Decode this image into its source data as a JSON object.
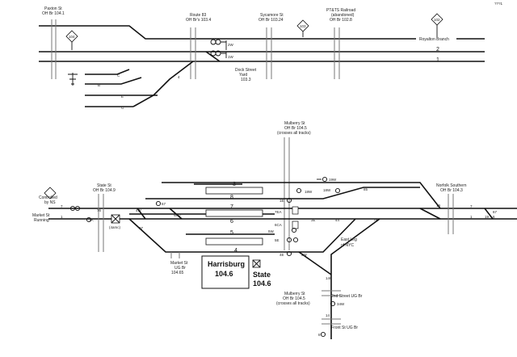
{
  "corner_note": "???1",
  "bridges": {
    "paxton": [
      "Paxton St",
      "OH Br 104.1"
    ],
    "route83": [
      "Route 83",
      "OH Br's 103.4"
    ],
    "sycamore": [
      "Sycamore St",
      "OH Br 103.24"
    ],
    "ptts": [
      "PT&TS Railroad",
      "(abandoned)",
      "OH Br 102.8"
    ],
    "mulberry_top": [
      "Mulberry St",
      "OH Br 104.5",
      "(crosses all tracks)"
    ],
    "state_left": [
      "State St",
      "OH Br 104.9"
    ],
    "norfolk": [
      "Norfolk Southern",
      "OH Br 104.3"
    ],
    "market_ug": [
      "Market St",
      "UG Br",
      "104.65"
    ],
    "mulberry_bot": [
      "Mulberry St",
      "OH Br 104.5",
      "(crosses all tracks)"
    ],
    "second_st": [
      "2nd Street UG Br"
    ],
    "front_st": [
      "Front St UG Br"
    ]
  },
  "mileposts": [
    "104",
    "103",
    "102"
  ],
  "labels": {
    "royalton": "Royalton Branch",
    "dock": [
      "Dock Street",
      "Yard",
      "103.3"
    ],
    "controlled": [
      "Controlled",
      "by NS"
    ],
    "market_running": [
      "Market St",
      "Running"
    ],
    "fourth_amc": "(4amc)",
    "harrisburg": [
      "Harrisburg",
      "104.6"
    ],
    "state_station": [
      "State",
      "104.6"
    ],
    "east_leg": [
      "East Leg",
      "of NYC"
    ]
  },
  "track_numbers": {
    "top": [
      "2",
      "1"
    ],
    "yard": [
      "C",
      "B",
      "E",
      "G"
    ],
    "station": [
      "3",
      "8",
      "7",
      "6",
      "5",
      "4",
      "2",
      "1"
    ],
    "left": [
      "7",
      "1"
    ],
    "right": [
      "7",
      "1",
      "6",
      "67"
    ]
  },
  "signals": {
    "top": [
      "2W",
      "1W"
    ],
    "yard": [
      "4"
    ],
    "station": [
      "19W",
      "18W",
      "1E",
      "7EA",
      "6CA",
      "5W",
      "5E",
      "4E",
      "3E",
      "85",
      "55",
      "4E",
      "41",
      "471",
      "146",
      "44",
      "48",
      "5W",
      "7W",
      "W97",
      "7A",
      "4W",
      "76",
      "67",
      "97",
      "19"
    ],
    "south": [
      "34W",
      "14",
      "8"
    ]
  }
}
